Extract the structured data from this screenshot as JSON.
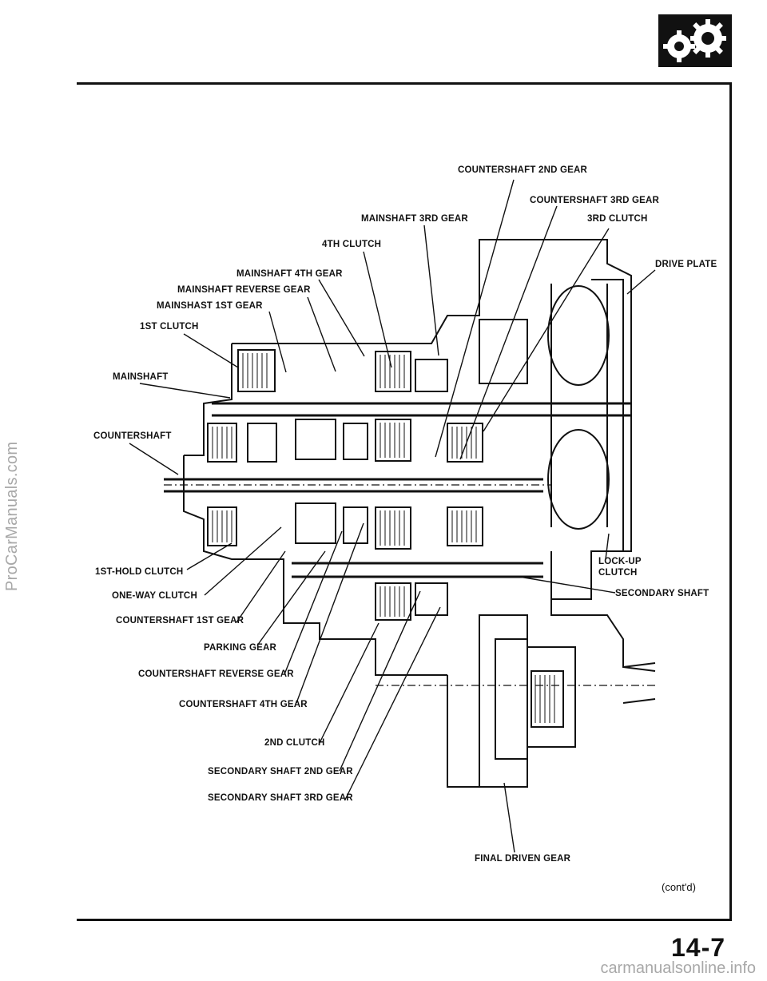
{
  "labels": {
    "countershaft_2nd_gear": "COUNTERSHAFT 2ND GEAR",
    "countershaft_3rd_gear": "COUNTERSHAFT 3RD GEAR",
    "mainshaft_3rd_gear": "MAINSHAFT 3RD GEAR",
    "clutch_3rd": "3RD CLUTCH",
    "clutch_4th": "4TH CLUTCH",
    "drive_plate": "DRIVE PLATE",
    "mainshaft_4th_gear": "MAINSHAFT 4TH GEAR",
    "mainshaft_reverse_gear": "MAINSHAFT REVERSE GEAR",
    "mainshast_1st_gear": "MAINSHAST 1ST GEAR",
    "clutch_1st": "1ST CLUTCH",
    "mainshaft": "MAINSHAFT",
    "countershaft": "COUNTERSHAFT",
    "lockup_clutch_line1": "LOCK-UP",
    "lockup_clutch_line2": "CLUTCH",
    "hold_clutch_1st": "1ST-HOLD CLUTCH",
    "one_way_clutch": "ONE-WAY CLUTCH",
    "secondary_shaft": "SECONDARY SHAFT",
    "countershaft_1st_gear": "COUNTERSHAFT 1ST GEAR",
    "parking_gear": "PARKING GEAR",
    "countershaft_reverse_gear": "COUNTERSHAFT REVERSE GEAR",
    "countershaft_4th_gear": "COUNTERSHAFT 4TH GEAR",
    "clutch_2nd": "2ND CLUTCH",
    "secondary_shaft_2nd_gear": "SECONDARY SHAFT 2ND GEAR",
    "secondary_shaft_3rd_gear": "SECONDARY SHAFT 3RD GEAR",
    "final_driven_gear": "FINAL DRIVEN GEAR"
  },
  "footer": {
    "contd": "(cont'd)",
    "page_number": "14-7"
  },
  "watermarks": {
    "side": "ProCarManuals.com",
    "bottom": "carmanualsonline.info"
  },
  "section_icon": "gears-icon",
  "colors": {
    "ink": "#111111",
    "watermark": "#a8a8a8",
    "paper": "#ffffff"
  }
}
